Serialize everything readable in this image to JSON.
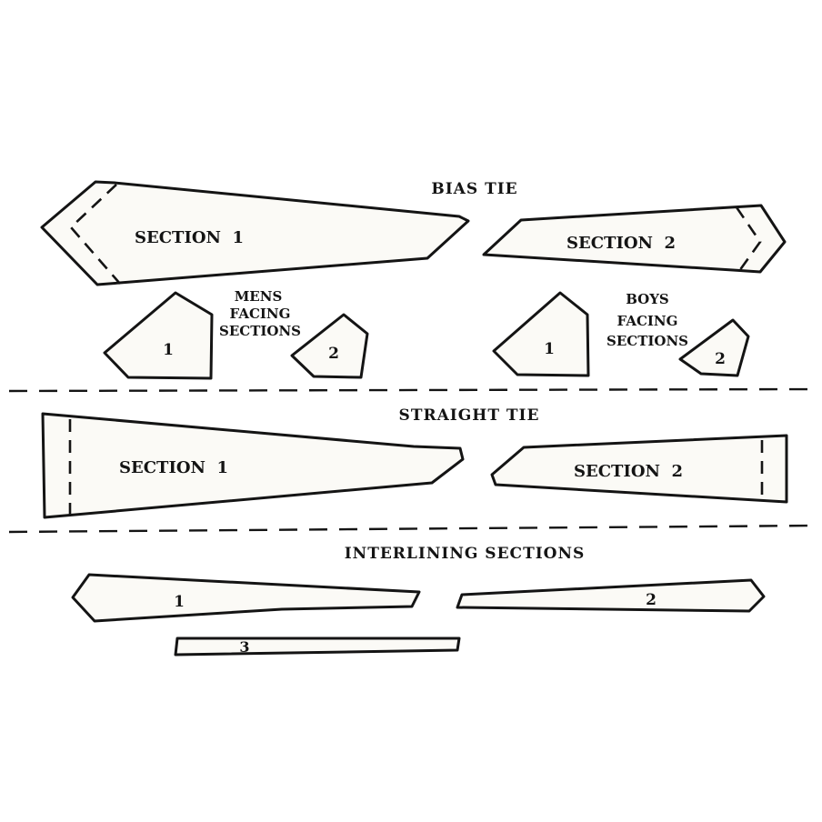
{
  "diagram": {
    "sections": {
      "bias_tie": {
        "title": "BIAS TIE",
        "pieces": {
          "section1": "SECTION  1",
          "section2": "SECTION  2"
        },
        "mens_facing": {
          "caption": [
            "MENS",
            "FACING",
            "SECTIONS"
          ],
          "pieces": [
            "1",
            "2"
          ]
        },
        "boys_facing": {
          "caption": [
            "BOYS",
            "FACING",
            "SECTIONS"
          ],
          "pieces": [
            "1",
            "2"
          ]
        }
      },
      "straight_tie": {
        "title": "STRAIGHT TIE",
        "pieces": {
          "section1": "SECTION  1",
          "section2": "SECTION  2"
        }
      },
      "interlining": {
        "title": "INTERLINING SECTIONS",
        "pieces": [
          "1",
          "2",
          "3"
        ]
      }
    },
    "colors": {
      "line": "#141414",
      "fill": "#fbfaf6",
      "background": "#ffffff"
    }
  }
}
